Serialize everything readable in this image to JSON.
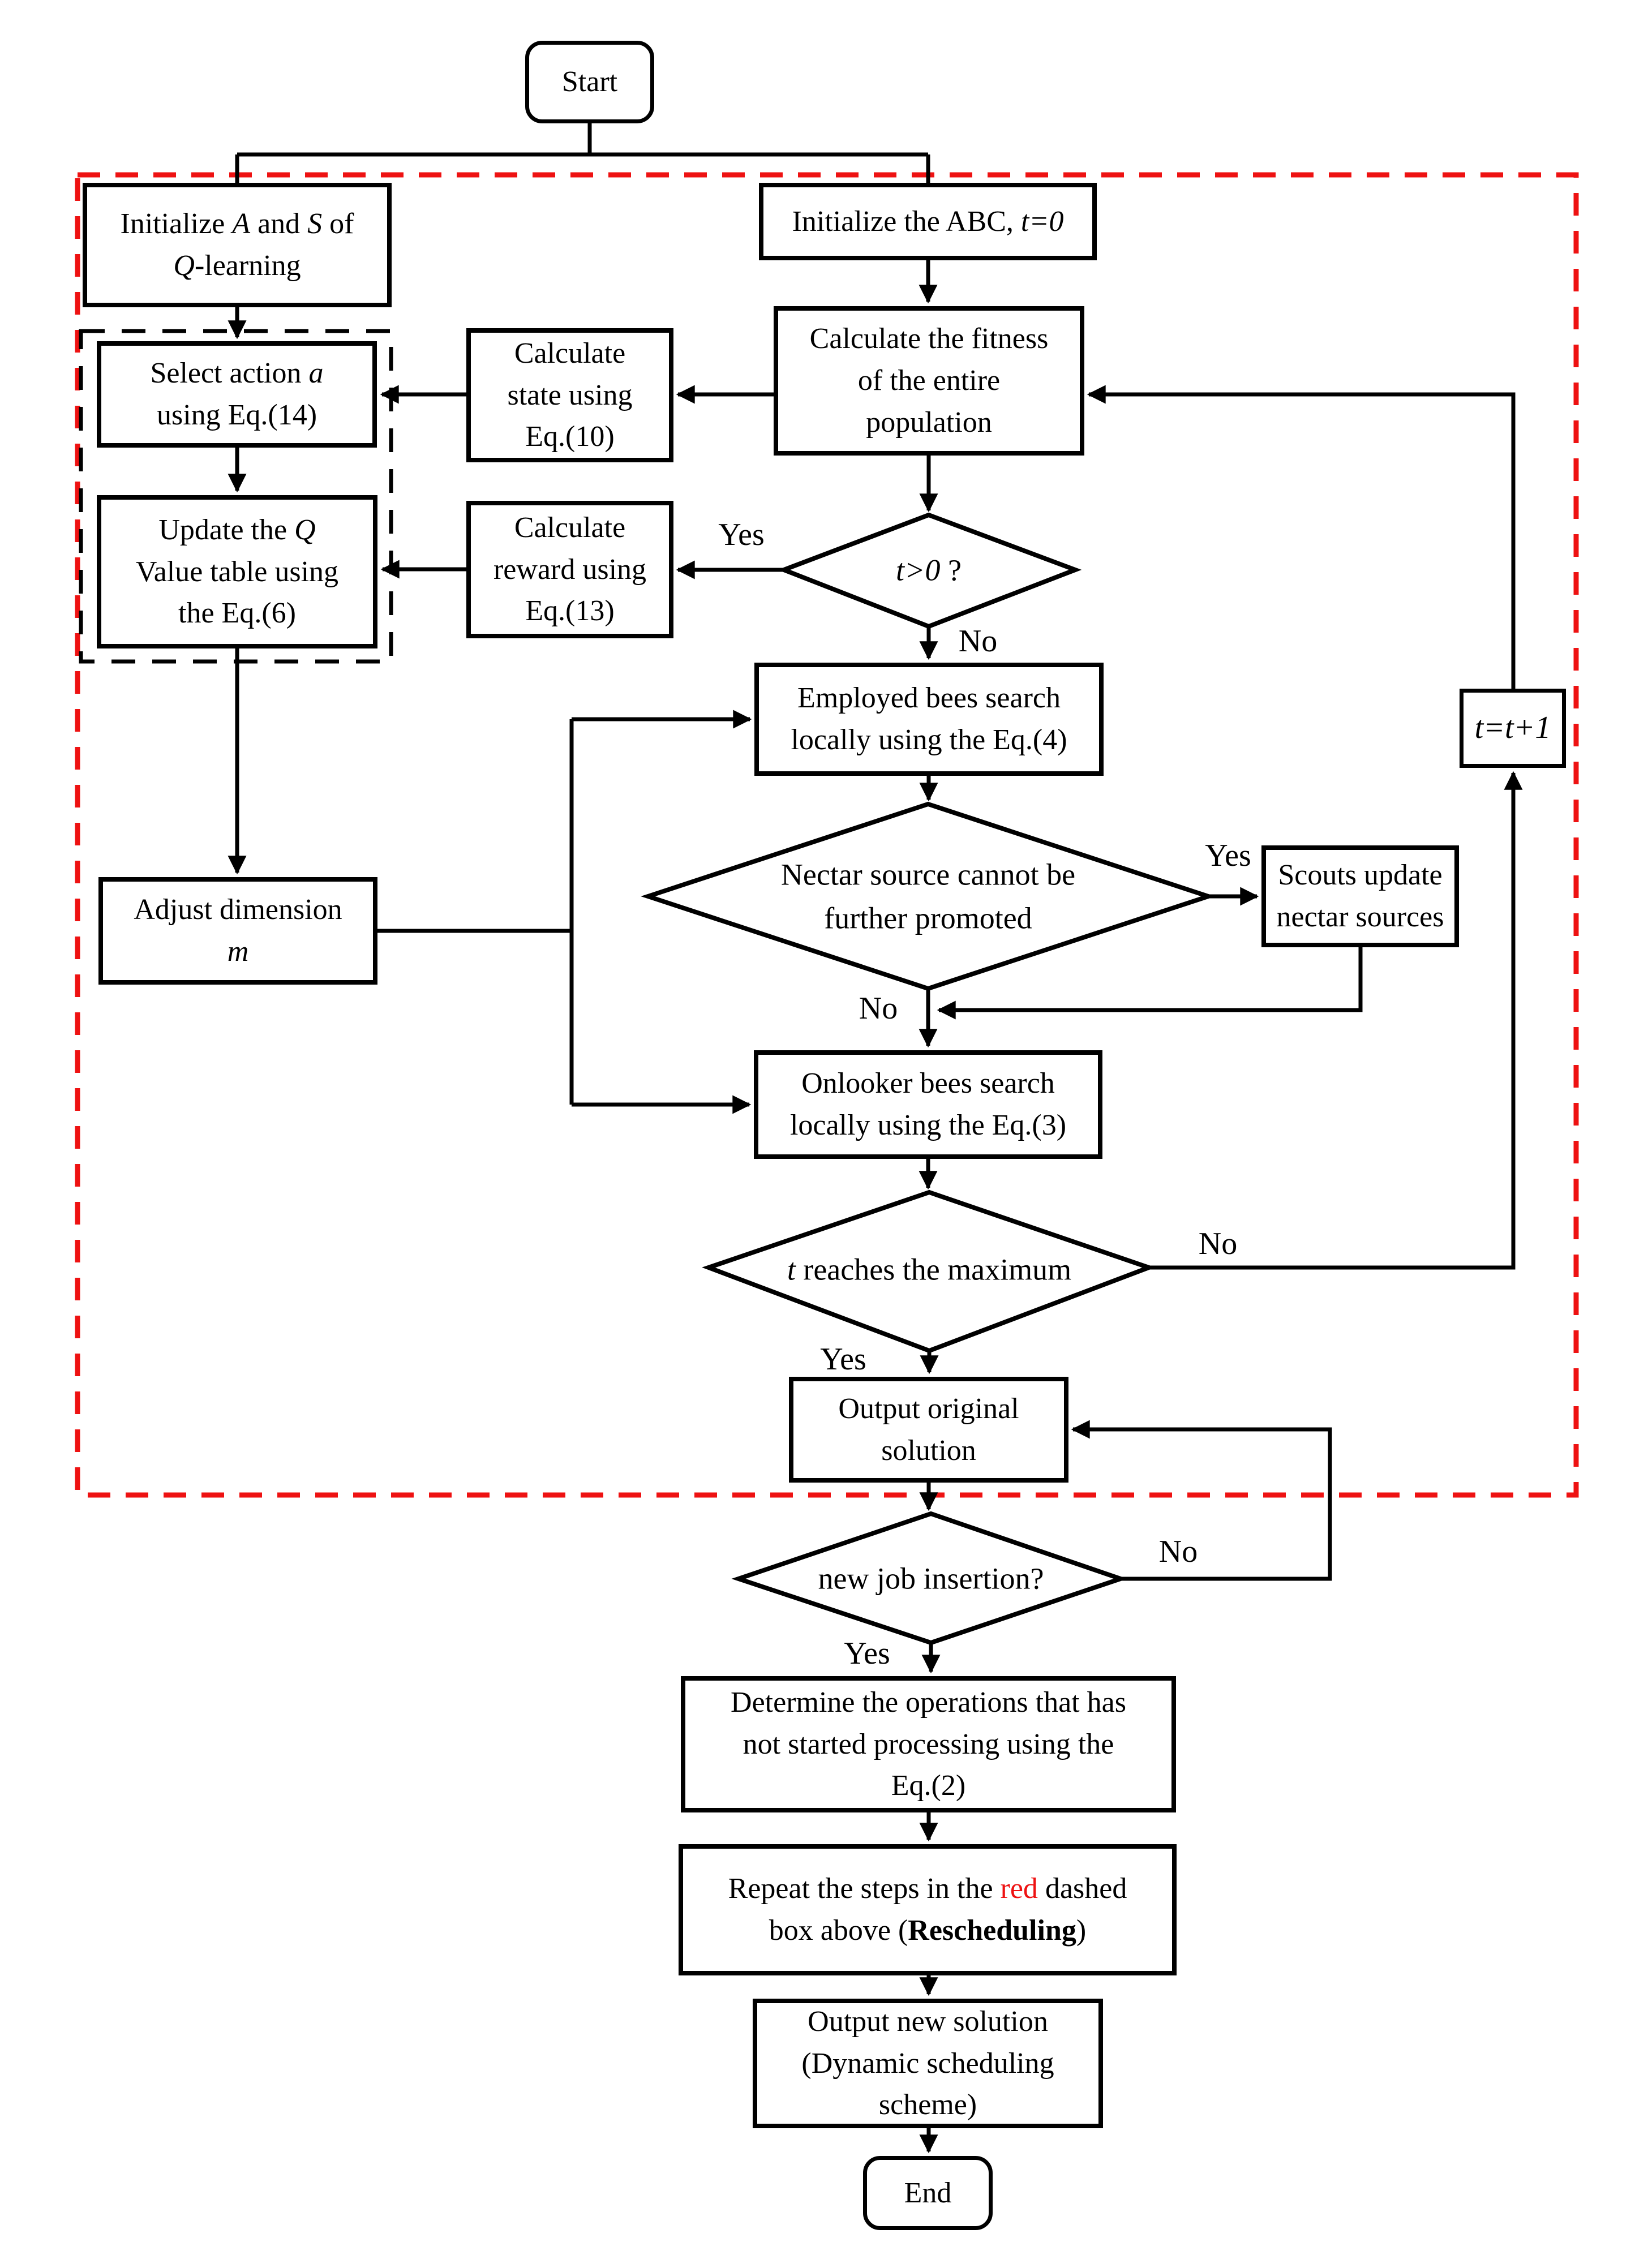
{
  "colors": {
    "line_black": "#000000",
    "dashed_region_red": "#ee1212"
  },
  "nodes": {
    "start": {
      "label": "Start"
    },
    "init_q": {
      "lines": [
        [
          {
            "t": "Initialize "
          },
          {
            "t": "A",
            "i": 1
          },
          {
            "t": " and "
          },
          {
            "t": "S",
            "i": 1
          },
          {
            "t": " of"
          }
        ],
        [
          {
            "t": "Q",
            "i": 1
          },
          {
            "t": "-learning"
          }
        ]
      ]
    },
    "init_abc": {
      "lines": [
        [
          {
            "t": "Initialize the ABC,  "
          },
          {
            "t": "t",
            "i": 1
          },
          {
            "t": "=0",
            "i": 1
          }
        ]
      ]
    },
    "fitness": {
      "lines": [
        [
          {
            "t": "Calculate the fitness"
          }
        ],
        [
          {
            "t": "of the entire"
          }
        ],
        [
          {
            "t": "population"
          }
        ]
      ]
    },
    "calc_state": {
      "lines": [
        [
          {
            "t": "Calculate"
          }
        ],
        [
          {
            "t": "state using"
          }
        ],
        [
          {
            "t": "Eq.(10)"
          }
        ]
      ]
    },
    "select_action": {
      "lines": [
        [
          {
            "t": "Select action "
          },
          {
            "t": "a",
            "i": 1
          }
        ],
        [
          {
            "t": "using Eq.(14)"
          }
        ]
      ]
    },
    "calc_reward": {
      "lines": [
        [
          {
            "t": "Calculate"
          }
        ],
        [
          {
            "t": "reward using"
          }
        ],
        [
          {
            "t": "Eq.(13)"
          }
        ]
      ]
    },
    "update_q": {
      "lines": [
        [
          {
            "t": "Update the "
          },
          {
            "t": "Q",
            "i": 1
          }
        ],
        [
          {
            "t": "Value table using"
          }
        ],
        [
          {
            "t": "the Eq.(6)"
          }
        ]
      ]
    },
    "t0_diamond": {
      "lines": [
        [
          {
            "t": "t>0",
            "i": 1
          },
          {
            "t": " ?"
          }
        ]
      ]
    },
    "employed": {
      "lines": [
        [
          {
            "t": "Employed bees search"
          }
        ],
        [
          {
            "t": "locally using the Eq.(4)"
          }
        ]
      ]
    },
    "nectar_diamond": {
      "lines": [
        [
          {
            "t": "Nectar source cannot be"
          }
        ],
        [
          {
            "t": "further promoted"
          }
        ]
      ]
    },
    "scouts": {
      "lines": [
        [
          {
            "t": "Scouts update"
          }
        ],
        [
          {
            "t": "nectar sources"
          }
        ]
      ]
    },
    "onlooker": {
      "lines": [
        [
          {
            "t": "Onlooker bees search"
          }
        ],
        [
          {
            "t": "locally using the Eq.(3)"
          }
        ]
      ]
    },
    "adjust": {
      "lines": [
        [
          {
            "t": "Adjust dimension"
          }
        ],
        [
          {
            "t": "m",
            "i": 1
          }
        ]
      ]
    },
    "t_inc": {
      "label": "t=t+1"
    },
    "tmax_diamond": {
      "lines": [
        [
          {
            "t": "t",
            "i": 1
          },
          {
            "t": " reaches the maximum"
          }
        ]
      ]
    },
    "output_orig": {
      "lines": [
        [
          {
            "t": "Output original"
          }
        ],
        [
          {
            "t": "solution"
          }
        ]
      ]
    },
    "newjob_diamond": {
      "lines": [
        [
          {
            "t": "new job insertion?"
          }
        ]
      ]
    },
    "determine": {
      "lines": [
        [
          {
            "t": "Determine the operations that has"
          }
        ],
        [
          {
            "t": "not started processing using the"
          }
        ],
        [
          {
            "t": "Eq.(2)"
          }
        ]
      ]
    },
    "repeat": {
      "lines": [
        [
          {
            "t": "Repeat the steps in the "
          },
          {
            "t": "red",
            "c": "#ee1212"
          },
          {
            "t": " dashed"
          }
        ],
        [
          {
            "t": "box above ("
          },
          {
            "t": "Rescheduling",
            "b": 1
          },
          {
            "t": ")"
          }
        ]
      ]
    },
    "output_new": {
      "lines": [
        [
          {
            "t": "Output new solution"
          }
        ],
        [
          {
            "t": "(Dynamic scheduling"
          }
        ],
        [
          {
            "t": "scheme)"
          }
        ]
      ]
    },
    "end": {
      "label": "End"
    }
  },
  "edge_labels": {
    "t0_yes": "Yes",
    "t0_no": "No",
    "nectar_yes": "Yes",
    "nectar_no": "No",
    "tmax_no": "No",
    "tmax_yes": "Yes",
    "newjob_no": "No",
    "newjob_yes": "Yes"
  }
}
